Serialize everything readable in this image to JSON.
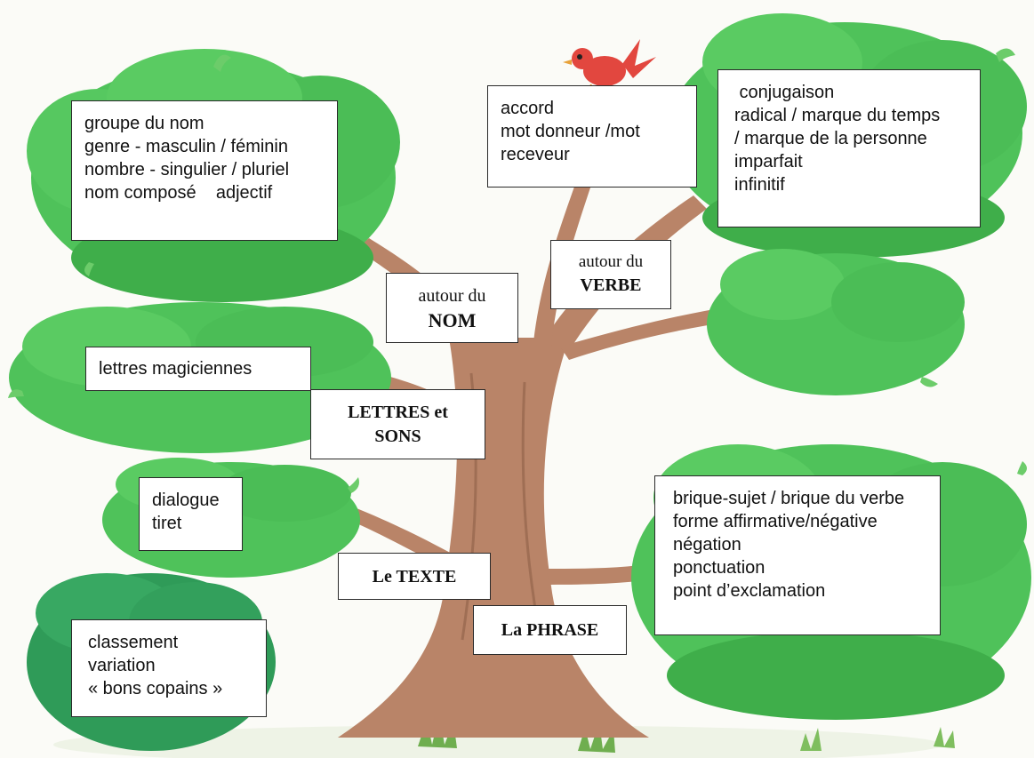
{
  "colors": {
    "foliage": "#4fc25a",
    "foliage_dark": "#2f9a3f",
    "foliage_light": "#8fdc8a",
    "trunk": "#b98468",
    "trunk_dark": "#8e5f47",
    "bird": "#e2473f",
    "grass": "#6fae4f",
    "bush": "#2f9b58"
  },
  "nodes": {
    "nom": {
      "line1": "autour du",
      "line2": "NOM"
    },
    "verbe": {
      "line1": "autour du",
      "line2": "VERBE"
    },
    "lettres": {
      "line1": "LETTRES et",
      "line2": "SONS"
    },
    "texte": {
      "label": "Le TEXTE"
    },
    "phrase": {
      "label": "La PHRASE"
    }
  },
  "leaves": {
    "nom": [
      "groupe du nom",
      "genre - masculin / féminin",
      "nombre - singulier / pluriel",
      "nom composé    adjectif"
    ],
    "accord": [
      "accord",
      "mot donneur /mot",
      "receveur"
    ],
    "conjugaison": [
      " conjugaison",
      "radical / marque du temps",
      "/ marque de la personne",
      "imparfait",
      "infinitif"
    ],
    "lettres": [
      "lettres magiciennes"
    ],
    "texte": [
      "dialogue",
      "tiret"
    ],
    "lexique": [
      "classement",
      "variation",
      "« bons copains »"
    ],
    "phrase": [
      "brique-sujet / brique du verbe",
      "forme affirmative/négative",
      "négation",
      "ponctuation",
      "point d’exclamation"
    ]
  },
  "icons": {
    "bird": "bird-icon"
  }
}
